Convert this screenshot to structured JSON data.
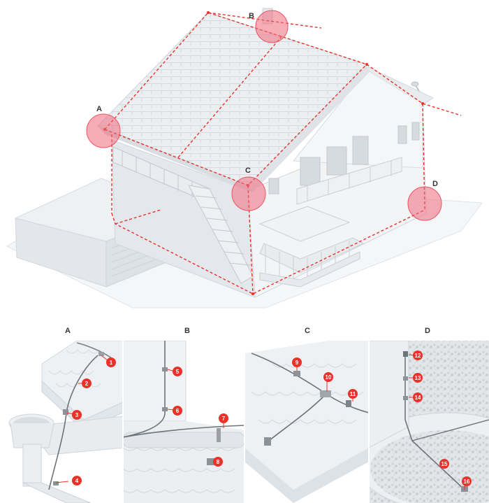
{
  "main_labels": [
    "A",
    "B",
    "C",
    "D"
  ],
  "panel_labels": [
    "A",
    "B",
    "C",
    "D"
  ],
  "callouts": [
    "1",
    "2",
    "3",
    "4",
    "5",
    "6",
    "7",
    "8",
    "9",
    "10",
    "11",
    "12",
    "13",
    "14",
    "15",
    "16"
  ],
  "colors": {
    "accent_red": "#e8322a",
    "highlight_pink": "#f06a7a",
    "house_light": "#f1f3f5",
    "house_shadow": "#d7dce1",
    "roof": "#e9ecef",
    "line_grey": "#6d7378"
  }
}
